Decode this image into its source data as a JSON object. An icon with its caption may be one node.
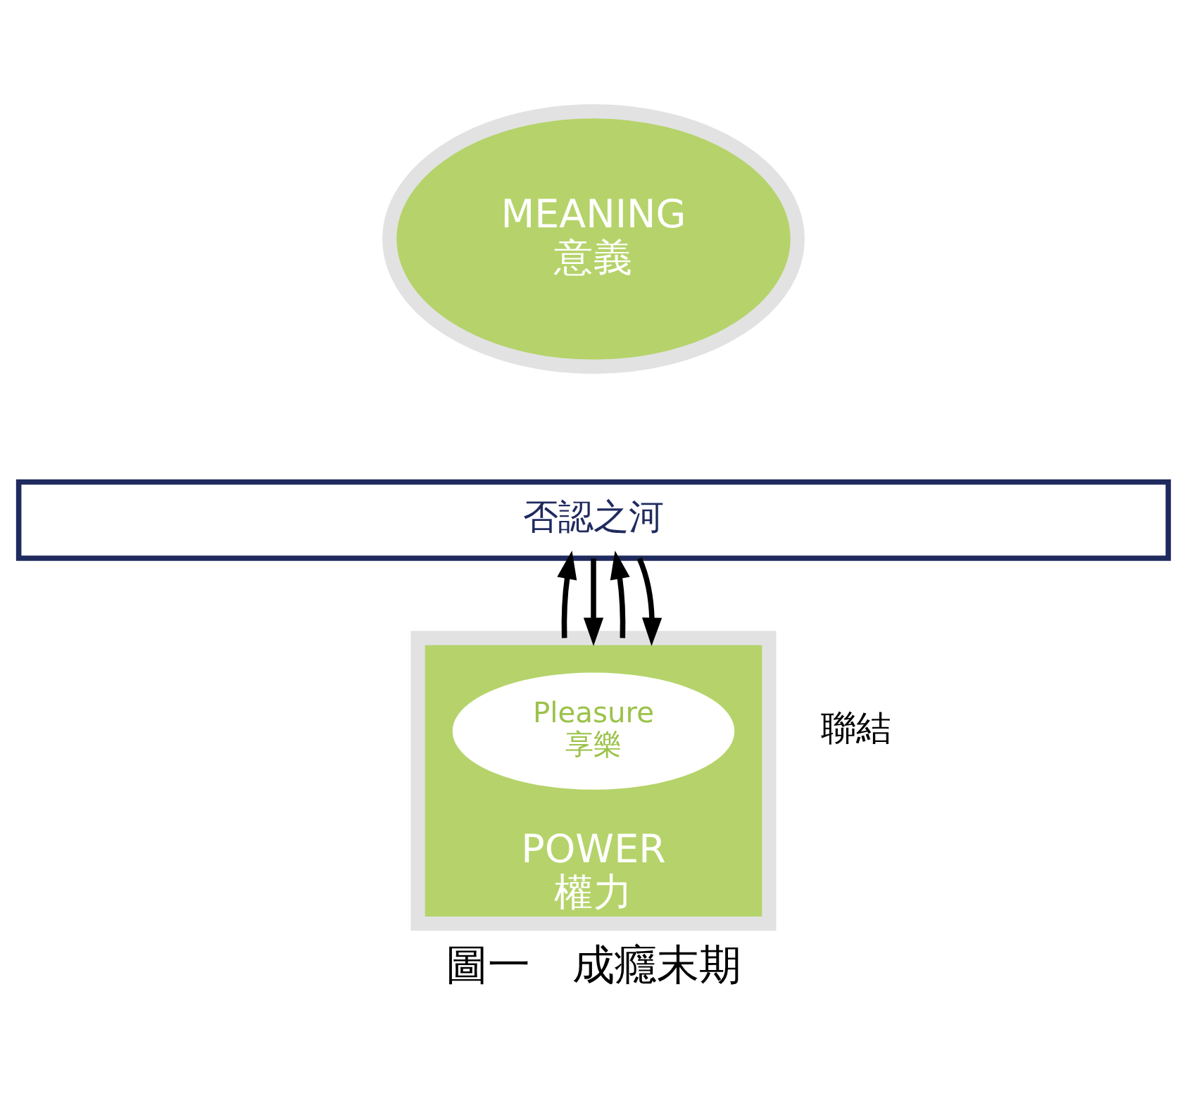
{
  "diagram": {
    "caption": "圖一　成癮末期",
    "nodes": [
      {
        "text": [
          "MEANING",
          "意義"
        ]
      },
      {
        "text": [
          "否認之河"
        ]
      },
      {
        "text": [
          "POWER",
          "權力"
        ]
      },
      {
        "text": [
          "Pleasure",
          "享樂"
        ],
        "in": 2
      }
    ],
    "edges": [
      {
        "from": 2,
        "to": 1,
        "arrow": "to"
      },
      {
        "from": 1,
        "to": 2,
        "arrow": "to"
      },
      {
        "from": 2,
        "to": 1,
        "arrow": "to"
      },
      {
        "from": 1,
        "to": 2,
        "arrow": "to"
      }
    ],
    "labels": [
      "聯結"
    ]
  }
}
